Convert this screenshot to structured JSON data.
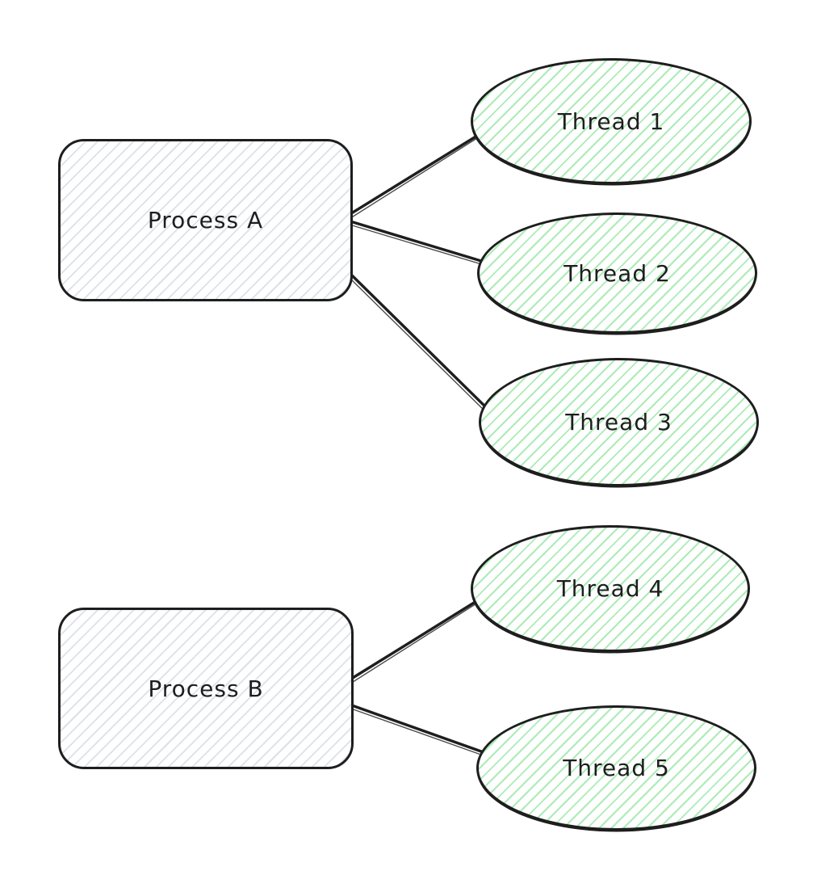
{
  "diagram": {
    "processes": [
      {
        "id": "process-a",
        "label": "Process A"
      },
      {
        "id": "process-b",
        "label": "Process B"
      }
    ],
    "threads": [
      {
        "id": "thread-1",
        "label": "Thread 1"
      },
      {
        "id": "thread-2",
        "label": "Thread 2"
      },
      {
        "id": "thread-3",
        "label": "Thread 3"
      },
      {
        "id": "thread-4",
        "label": "Thread 4"
      },
      {
        "id": "thread-5",
        "label": "Thread 5"
      }
    ],
    "edges": [
      {
        "from": "Process A",
        "to": "Thread 1"
      },
      {
        "from": "Process A",
        "to": "Thread 2"
      },
      {
        "from": "Process A",
        "to": "Thread 3"
      },
      {
        "from": "Process B",
        "to": "Thread 4"
      },
      {
        "from": "Process B",
        "to": "Thread 5"
      }
    ],
    "colors": {
      "stroke": "#1e1e1e",
      "process_hatch": "#becad8",
      "thread_hatch": "#69db7c",
      "background": "#ffffff"
    }
  }
}
